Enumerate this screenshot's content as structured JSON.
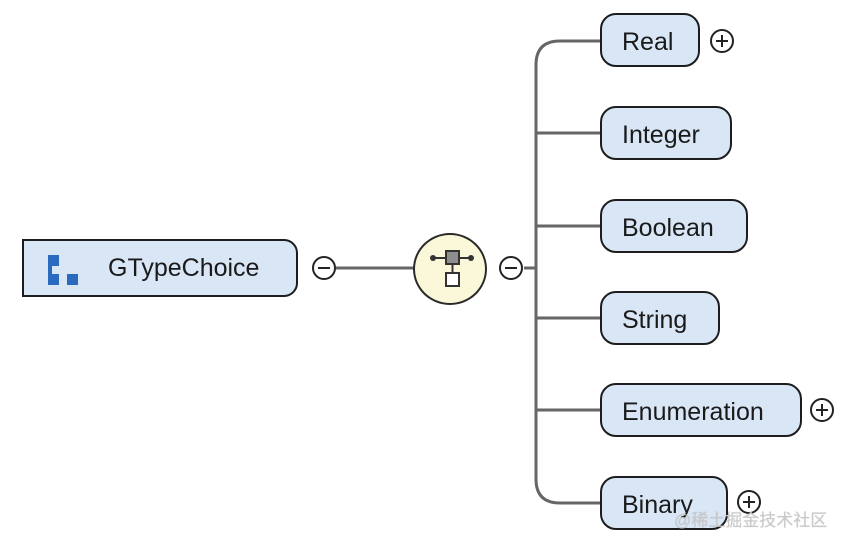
{
  "diagram": {
    "root": {
      "label": "GTypeChoice",
      "icon": "element-type-icon",
      "expander": "collapse"
    },
    "compositor": {
      "kind": "choice",
      "icon": "choice-compositor-icon",
      "expander": "collapse"
    },
    "children": [
      {
        "label": "Real",
        "expander": "expand"
      },
      {
        "label": "Integer",
        "expander": "none"
      },
      {
        "label": "Boolean",
        "expander": "none"
      },
      {
        "label": "String",
        "expander": "none"
      },
      {
        "label": "Enumeration",
        "expander": "expand"
      },
      {
        "label": "Binary",
        "expander": "expand"
      }
    ],
    "colors": {
      "node_fill": "#d9e6f5",
      "node_border": "#1d1d1d",
      "connector": "#666666",
      "compositor_fill": "#fbf7d9",
      "icon_blue": "#2a6bbf"
    }
  },
  "watermark": "@稀土掘金技术社区"
}
